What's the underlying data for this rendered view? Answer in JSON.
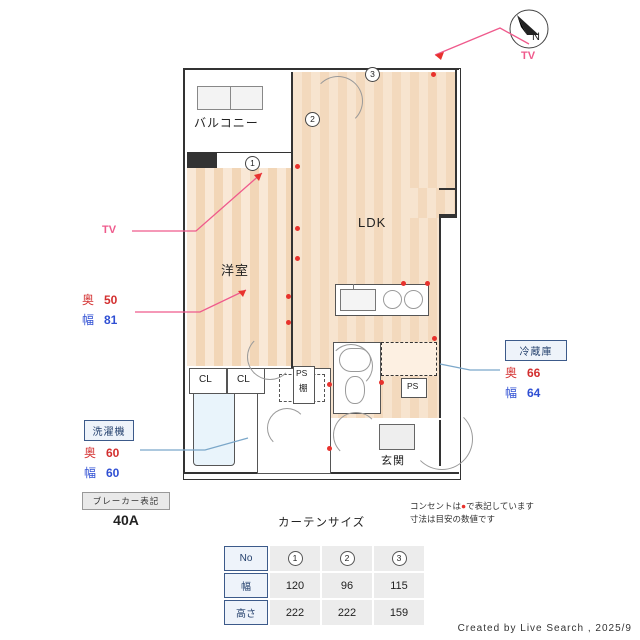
{
  "compass": {
    "north_label": "N"
  },
  "plan": {
    "rooms": [
      {
        "name": "balcony",
        "label": "バルコニー"
      },
      {
        "name": "western-room",
        "label": "洋室"
      },
      {
        "name": "ldk",
        "label": "LDK"
      },
      {
        "name": "entrance",
        "label": "玄関"
      },
      {
        "name": "closet-left",
        "label": "CL"
      },
      {
        "name": "closet-right",
        "label": "CL"
      },
      {
        "name": "ps-upper",
        "label": "PS"
      },
      {
        "name": "shelf",
        "label": "棚"
      },
      {
        "name": "ps-lower",
        "label": "PS"
      }
    ],
    "window_markers": [
      "1",
      "2",
      "3"
    ]
  },
  "tv_labels": {
    "top": "TV",
    "left": "TV"
  },
  "measure_boxes": [
    {
      "name": "curtain-window-1",
      "title": "",
      "depth_key": "奥",
      "depth_value": "50",
      "width_key": "幅",
      "width_value": "81"
    },
    {
      "name": "refrigerator",
      "title": "冷蔵庫",
      "depth_key": "奥",
      "depth_value": "66",
      "width_key": "幅",
      "width_value": "64"
    },
    {
      "name": "washing-machine",
      "title": "洗濯機",
      "depth_key": "奥",
      "depth_value": "60",
      "width_key": "幅",
      "width_value": "60"
    }
  ],
  "breaker": {
    "title": "ブレーカー表記",
    "value": "40A"
  },
  "note": {
    "line1_before": "コンセントは",
    "line1_mark": "●",
    "line1_after": "で表記しています",
    "line2": "寸法は目安の数値です"
  },
  "curtain": {
    "title": "カーテンサイズ",
    "headers": [
      "No",
      "幅",
      "高さ"
    ],
    "columns": [
      "1",
      "2",
      "3"
    ],
    "width_values": [
      "120",
      "96",
      "115"
    ],
    "height_values": [
      "222",
      "222",
      "159"
    ]
  },
  "footer": "Created by Live Search , 2025/9"
}
